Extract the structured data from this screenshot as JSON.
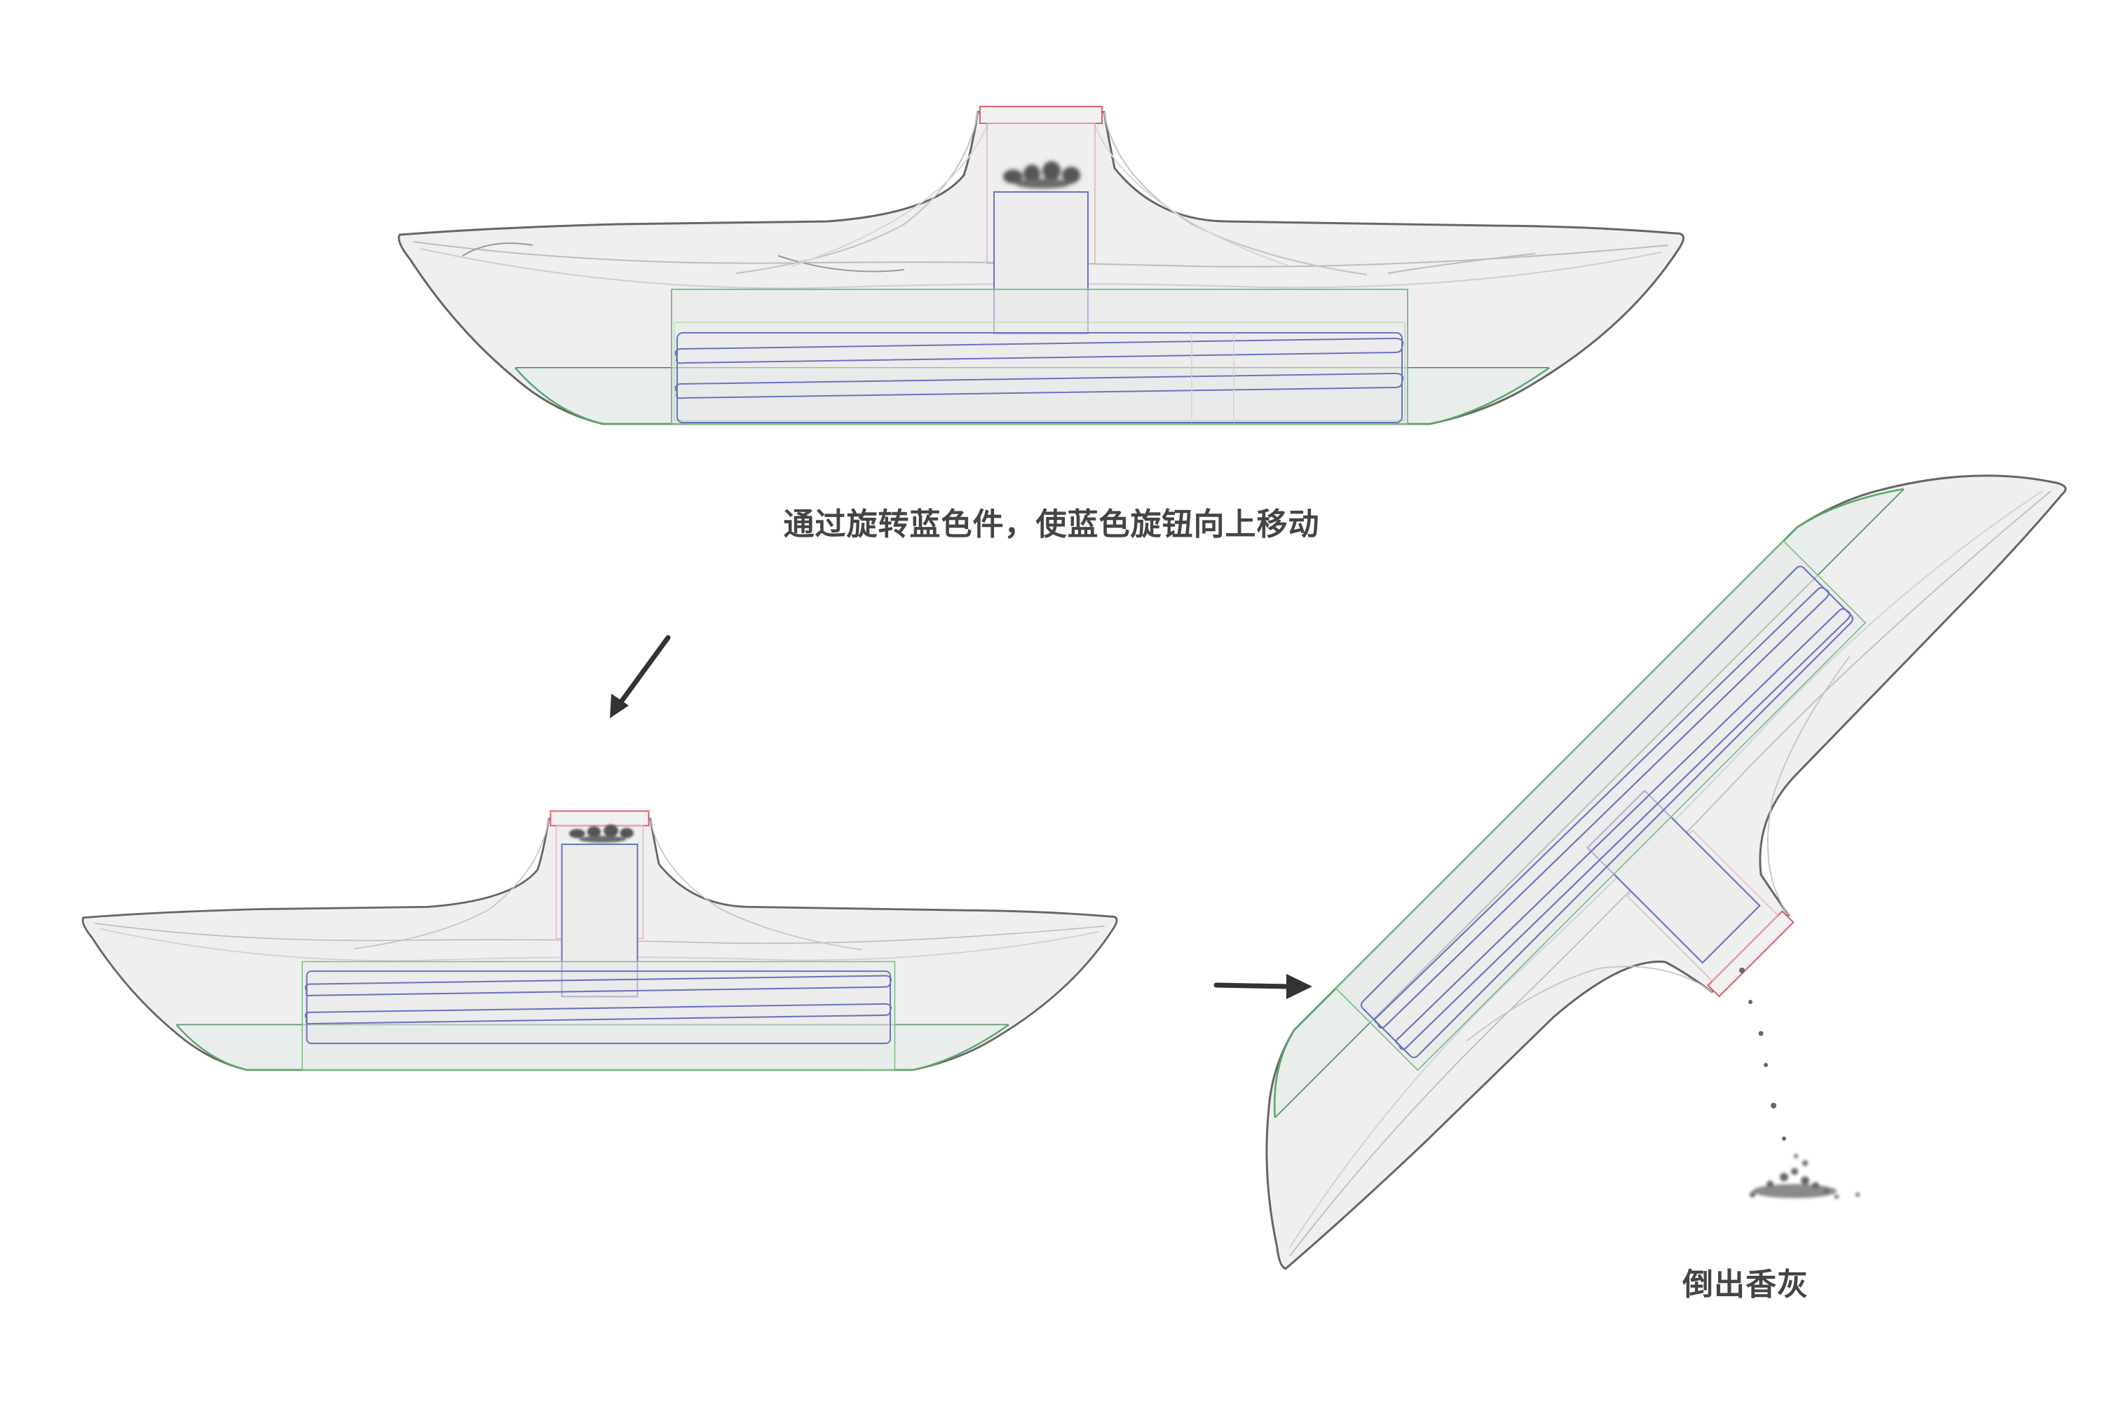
{
  "captions": {
    "step_1": "通过旋转蓝色件，使蓝色旋钮向上移动",
    "step_2": "倒出香灰"
  },
  "colors": {
    "outline": "#666666",
    "body_fill": "#efefef",
    "sketch": "#bdbdbd",
    "blue_part": "#6a72c2",
    "green_part": "#5aa86a",
    "red_part": "#d9656b",
    "ash": "#555555",
    "arrow": "#333333",
    "caption_text": "#444444"
  },
  "figures": [
    {
      "name": "initial-state",
      "description_visible": false
    },
    {
      "name": "knob-raised-state",
      "description_visible": false
    },
    {
      "name": "tilted-pouring-state",
      "description_visible": false
    }
  ],
  "icons": [
    "arrow-down-left-icon",
    "arrow-right-icon",
    "ash-particles-icon"
  ]
}
